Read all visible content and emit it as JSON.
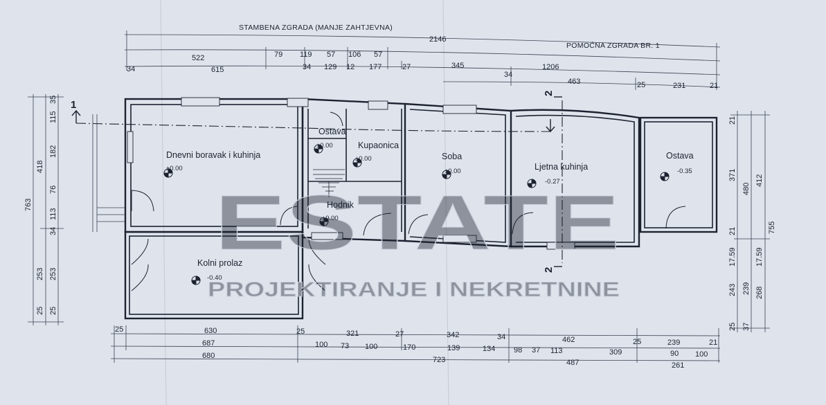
{
  "headers": {
    "main_building": "STAMBENA ZGRADA (MANJE ZAHTJEVNA)",
    "aux_building": "POMOĆNA ZGRADA BR. 1"
  },
  "rooms": [
    {
      "name": "Dnevni boravak i kuhinja",
      "level": "±0.00"
    },
    {
      "name": "Ostava",
      "level": "±0.00"
    },
    {
      "name": "Kupaonica",
      "level": "±0.00"
    },
    {
      "name": "Soba",
      "level": "±0.00"
    },
    {
      "name": "Hodnik",
      "level": "±0.00"
    },
    {
      "name": "Ljetna kuhinja",
      "level": "-0.27"
    },
    {
      "name": "Ostava",
      "level": "-0.35"
    },
    {
      "name": "Kolni prolaz",
      "level": "-0.40"
    }
  ],
  "sections": {
    "cut_1": "1",
    "cut_2": "2"
  },
  "dims_top": {
    "row1": [
      "2146"
    ],
    "row2": [
      "522",
      "79",
      "119",
      "57",
      "106",
      "57"
    ],
    "row3": [
      "34",
      "615",
      "34",
      "129",
      "12",
      "177",
      "27",
      "345",
      "34",
      "1206"
    ],
    "row4": [
      "463",
      "25",
      "231",
      "21"
    ]
  },
  "dims_bottom": {
    "row1": [
      "25",
      "630",
      "25",
      "321",
      "27",
      "342",
      "34",
      "462",
      "25",
      "239",
      "21"
    ],
    "row2": [
      "687",
      "100",
      "73",
      "100",
      "170",
      "139",
      "134",
      "98",
      "37",
      "113",
      "309",
      "90",
      "100"
    ],
    "row3": [
      "680",
      "723",
      "487",
      "261"
    ]
  },
  "dims_left": {
    "outer": [
      "763"
    ],
    "middle": [
      "418",
      "253"
    ],
    "inner": [
      "35",
      "115",
      "182",
      "76",
      "113",
      "34",
      "253",
      "25",
      "25"
    ]
  },
  "dims_right": {
    "outer": [
      "755"
    ],
    "middle": [
      "412",
      "268"
    ],
    "inner": [
      "21",
      "371",
      "480",
      "21",
      "17.59",
      "17.59",
      "243",
      "239",
      "25",
      "37"
    ]
  },
  "watermark": {
    "brand": "ESTATE",
    "tagline": "PROJEKTIRANJE I NEKRETNINE"
  }
}
